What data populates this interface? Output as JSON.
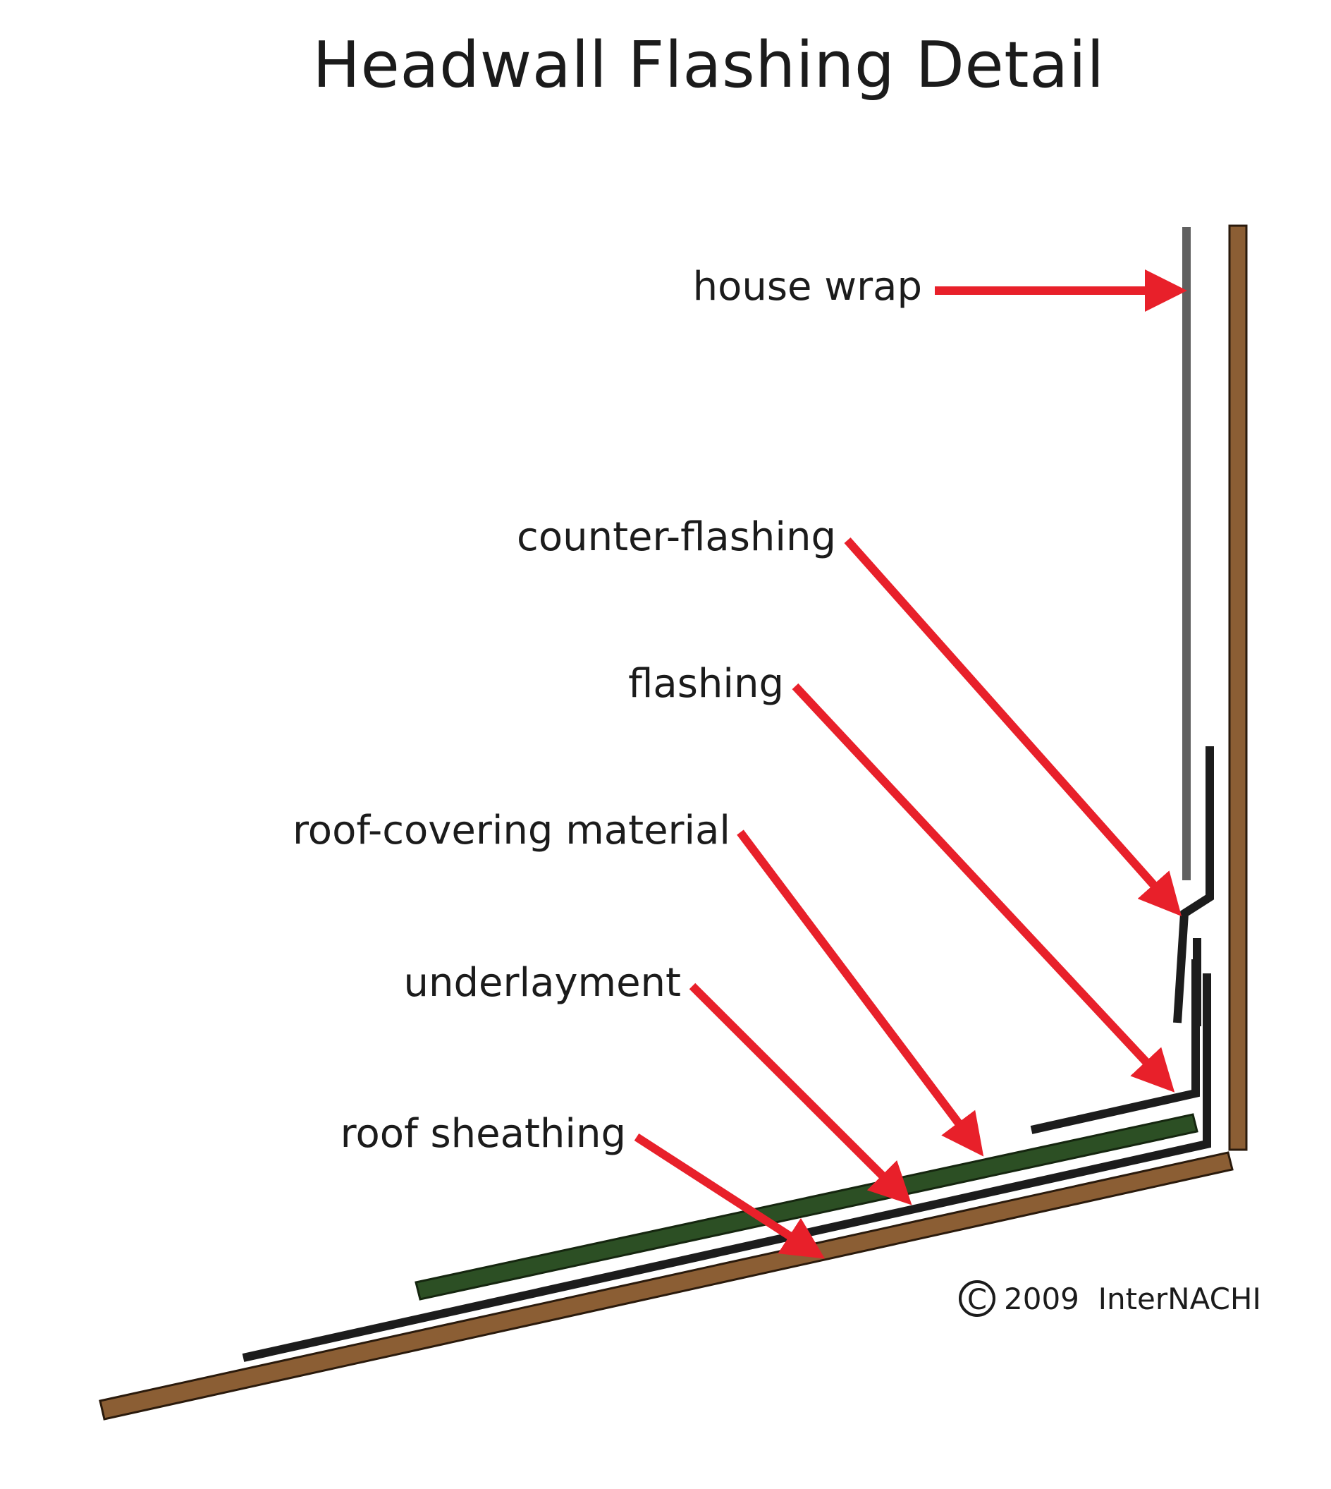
{
  "title": "Headwall Flashing Detail",
  "labels": {
    "house_wrap": "house wrap",
    "counter_flashing": "counter-flashing",
    "flashing": "flashing",
    "roof_covering_material": "roof-covering material",
    "underlayment": "underlayment",
    "roof_sheathing": "roof sheathing"
  },
  "copyright": {
    "symbol": "C",
    "text": "2009  InterNACHI"
  },
  "colors": {
    "arrow": "#e8202a",
    "wood": "#8b5e34",
    "wood_outline": "#2a1a0c",
    "house_wrap": "#606060",
    "flashing": "#1c1c1c",
    "roof_covering": "#2c4f24"
  }
}
